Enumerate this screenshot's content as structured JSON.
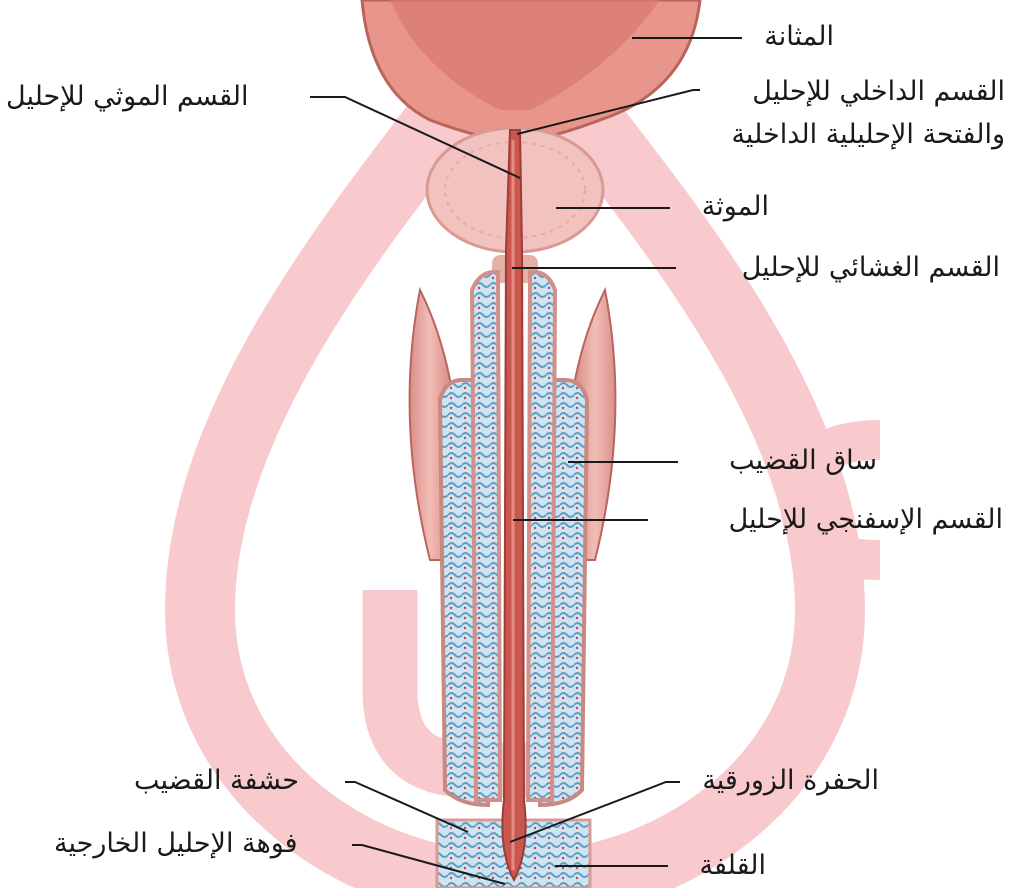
{
  "colors": {
    "watermark": "#f7c9cc",
    "urethra": "#c8574f",
    "tissue_pink": "#e9a39c",
    "spongy_blue": "#7fb4d6",
    "label_text": "#1a1a1a",
    "leader_line": "#1a1a1a"
  },
  "labels": {
    "bladder": "المثانة",
    "prostatic_urethra": "القسم الموثي للإحليل",
    "internal_urethra_line1": "القسم الداخلي للإحليل",
    "internal_urethra_line2": "والفتحة الإحليلية الداخلية",
    "prostate": "الموثة",
    "membranous_urethra": "القسم الغشائي للإحليل",
    "penis_shaft": "ساق القضيب",
    "spongy_urethra": "القسم الإسفنجي للإحليل",
    "glans": "حشفة القضيب",
    "navicular_fossa": "الحفرة الزورقية",
    "external_meatus": "فوهة الإحليل الخارجية",
    "foreskin": "القلفة"
  }
}
